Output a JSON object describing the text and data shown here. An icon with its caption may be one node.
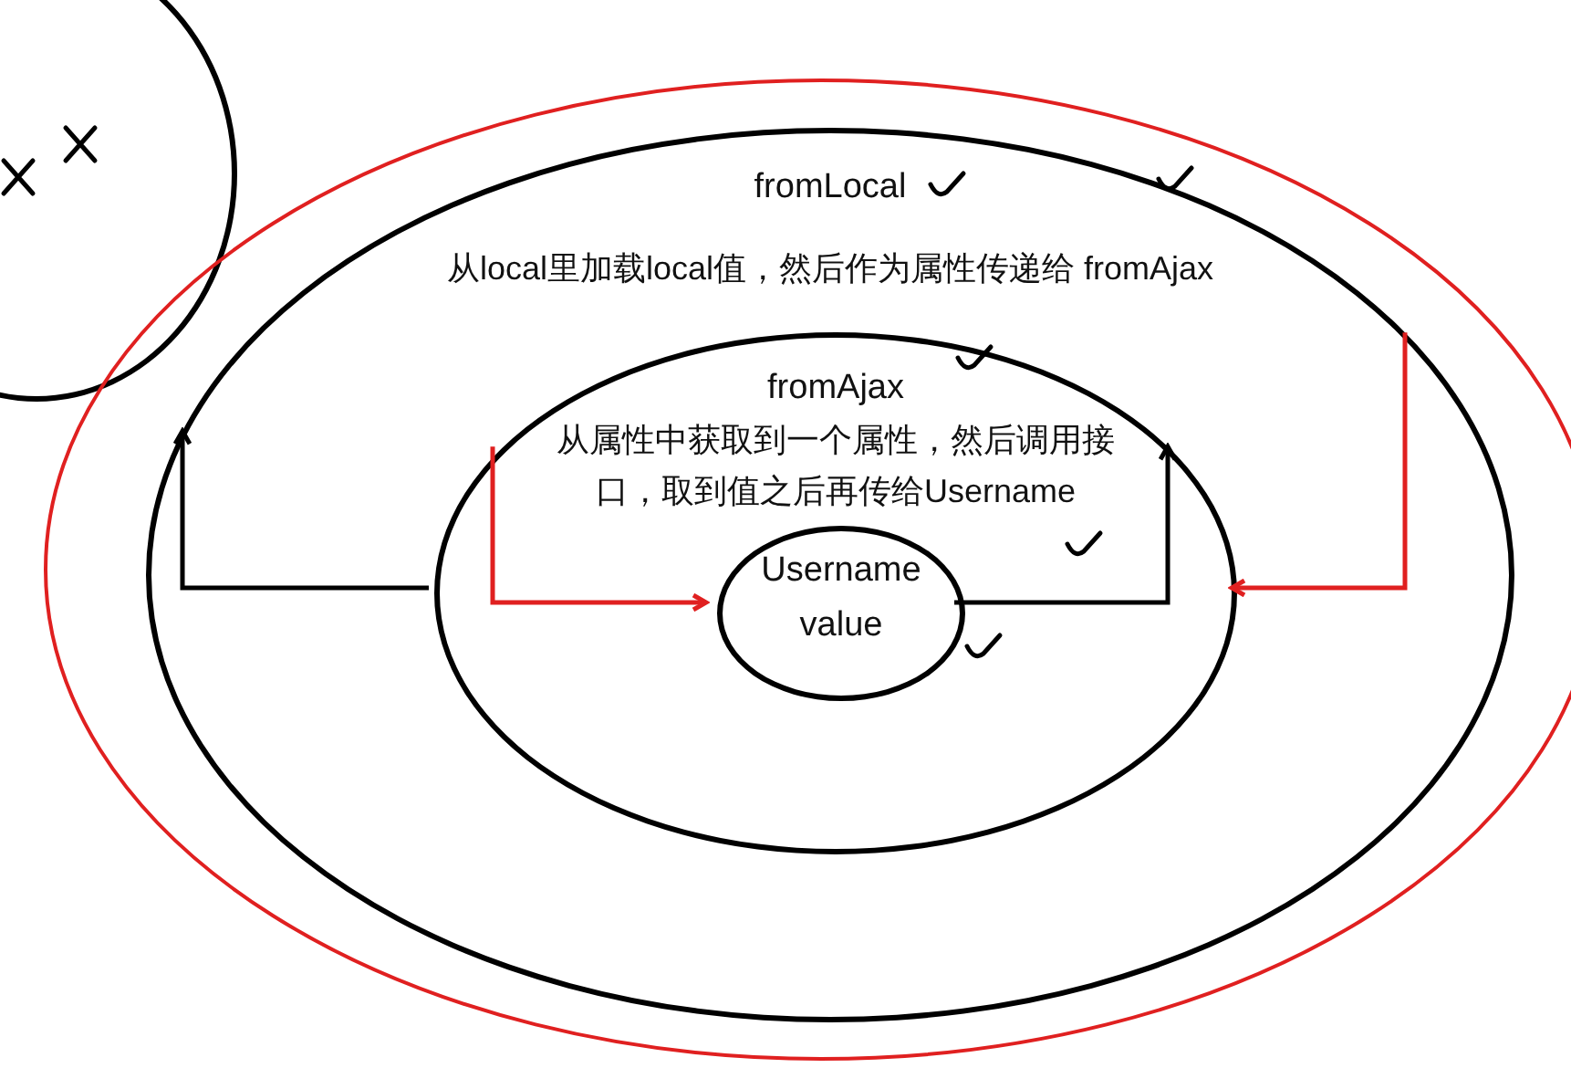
{
  "diagram": {
    "nodes": [
      {
        "text": [
          "fromLocal",
          "从local里加载local值，然后作为属性传递给 fromAjax"
        ]
      },
      {
        "text": [
          "fromAjax",
          "从属性中获取到一个属性，然后调用接口，取到值之后再传给Username"
        ],
        "in": 0
      },
      {
        "text": [
          "Username",
          "value"
        ],
        "in": 1
      },
      {
        "text": [],
        "shape": "circle"
      }
    ],
    "edges": [
      {
        "from": 2,
        "to": 1,
        "arrow": "to"
      },
      {
        "from": 1,
        "to": 0,
        "arrow": "to"
      },
      {
        "from": 0,
        "to": 1,
        "arrow": "to",
        "color": "#e02020"
      },
      {
        "from": 1,
        "to": 2,
        "arrow": "to",
        "color": "#e02020"
      }
    ]
  }
}
